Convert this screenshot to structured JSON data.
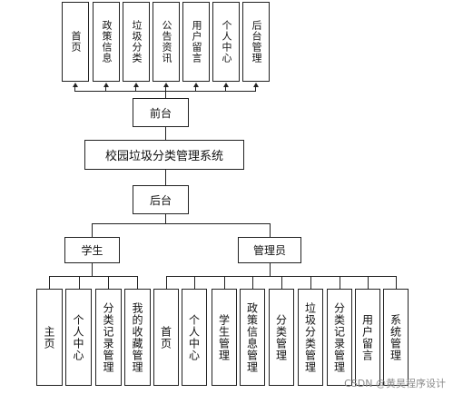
{
  "diagram": {
    "frontend_modules": [
      "首页",
      "政策信息",
      "垃圾分类",
      "公告资讯",
      "用户留言",
      "个人中心",
      "后台管理"
    ],
    "frontend": "前台",
    "system": "校园垃圾分类管理系统",
    "backend": "后台",
    "student": "学生",
    "admin": "管理员",
    "student_modules": [
      "主页",
      "个人中心",
      "分类记录管理",
      "我的收藏管理"
    ],
    "admin_modules": [
      "首页",
      "个人中心",
      "学生管理",
      "政策信息管理",
      "分类管理",
      "垃圾分类管理",
      "分类记录管理",
      "用户留言",
      "系统管理"
    ]
  },
  "watermark": "CSDN @黄昊程序设计"
}
